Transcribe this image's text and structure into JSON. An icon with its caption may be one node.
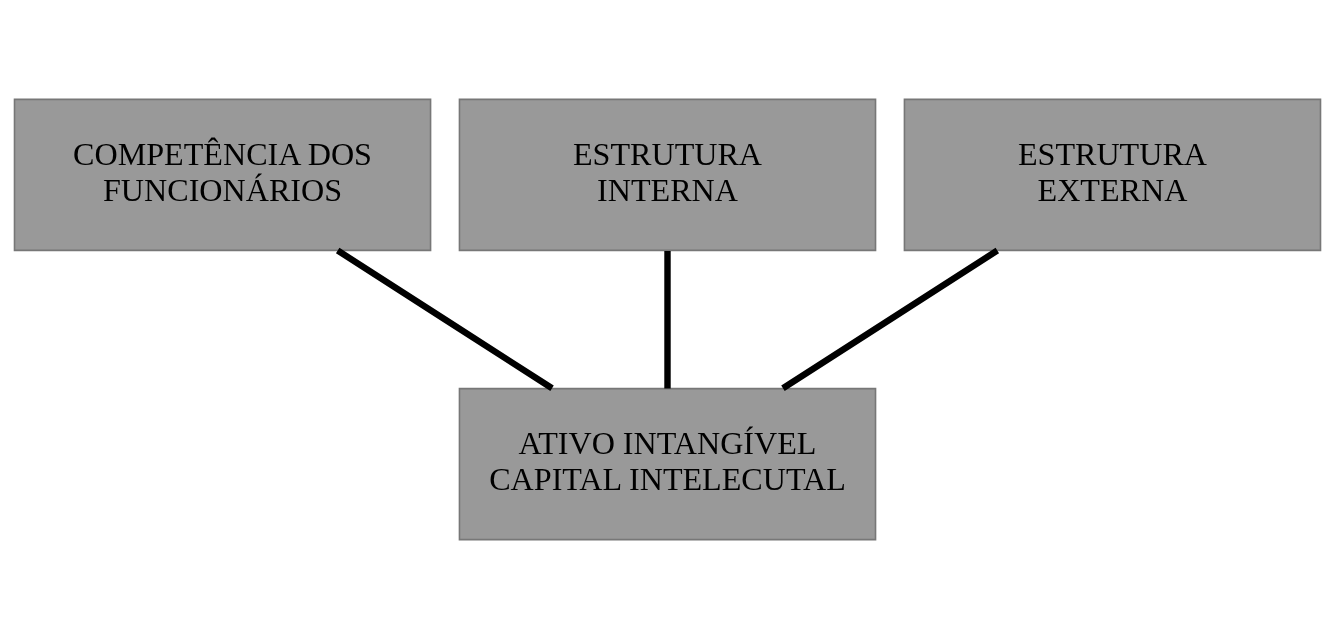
{
  "diagram": {
    "nodes": [
      {
        "text": [
          "COMPETÊNCIA DOS FUNCIONÁRIOS"
        ]
      },
      {
        "text": [
          "ESTRUTURA INTERNA"
        ]
      },
      {
        "text": [
          "ESTRUTURA EXTERNA"
        ]
      },
      {
        "text": [
          "ATIVO INTANGÍVEL CAPITAL INTELECUTAL"
        ]
      }
    ],
    "edges": [
      {
        "from": 0,
        "to": 3,
        "arrow": "none"
      },
      {
        "from": 1,
        "to": 3,
        "arrow": "none"
      },
      {
        "from": 2,
        "to": 3,
        "arrow": "none"
      }
    ]
  }
}
